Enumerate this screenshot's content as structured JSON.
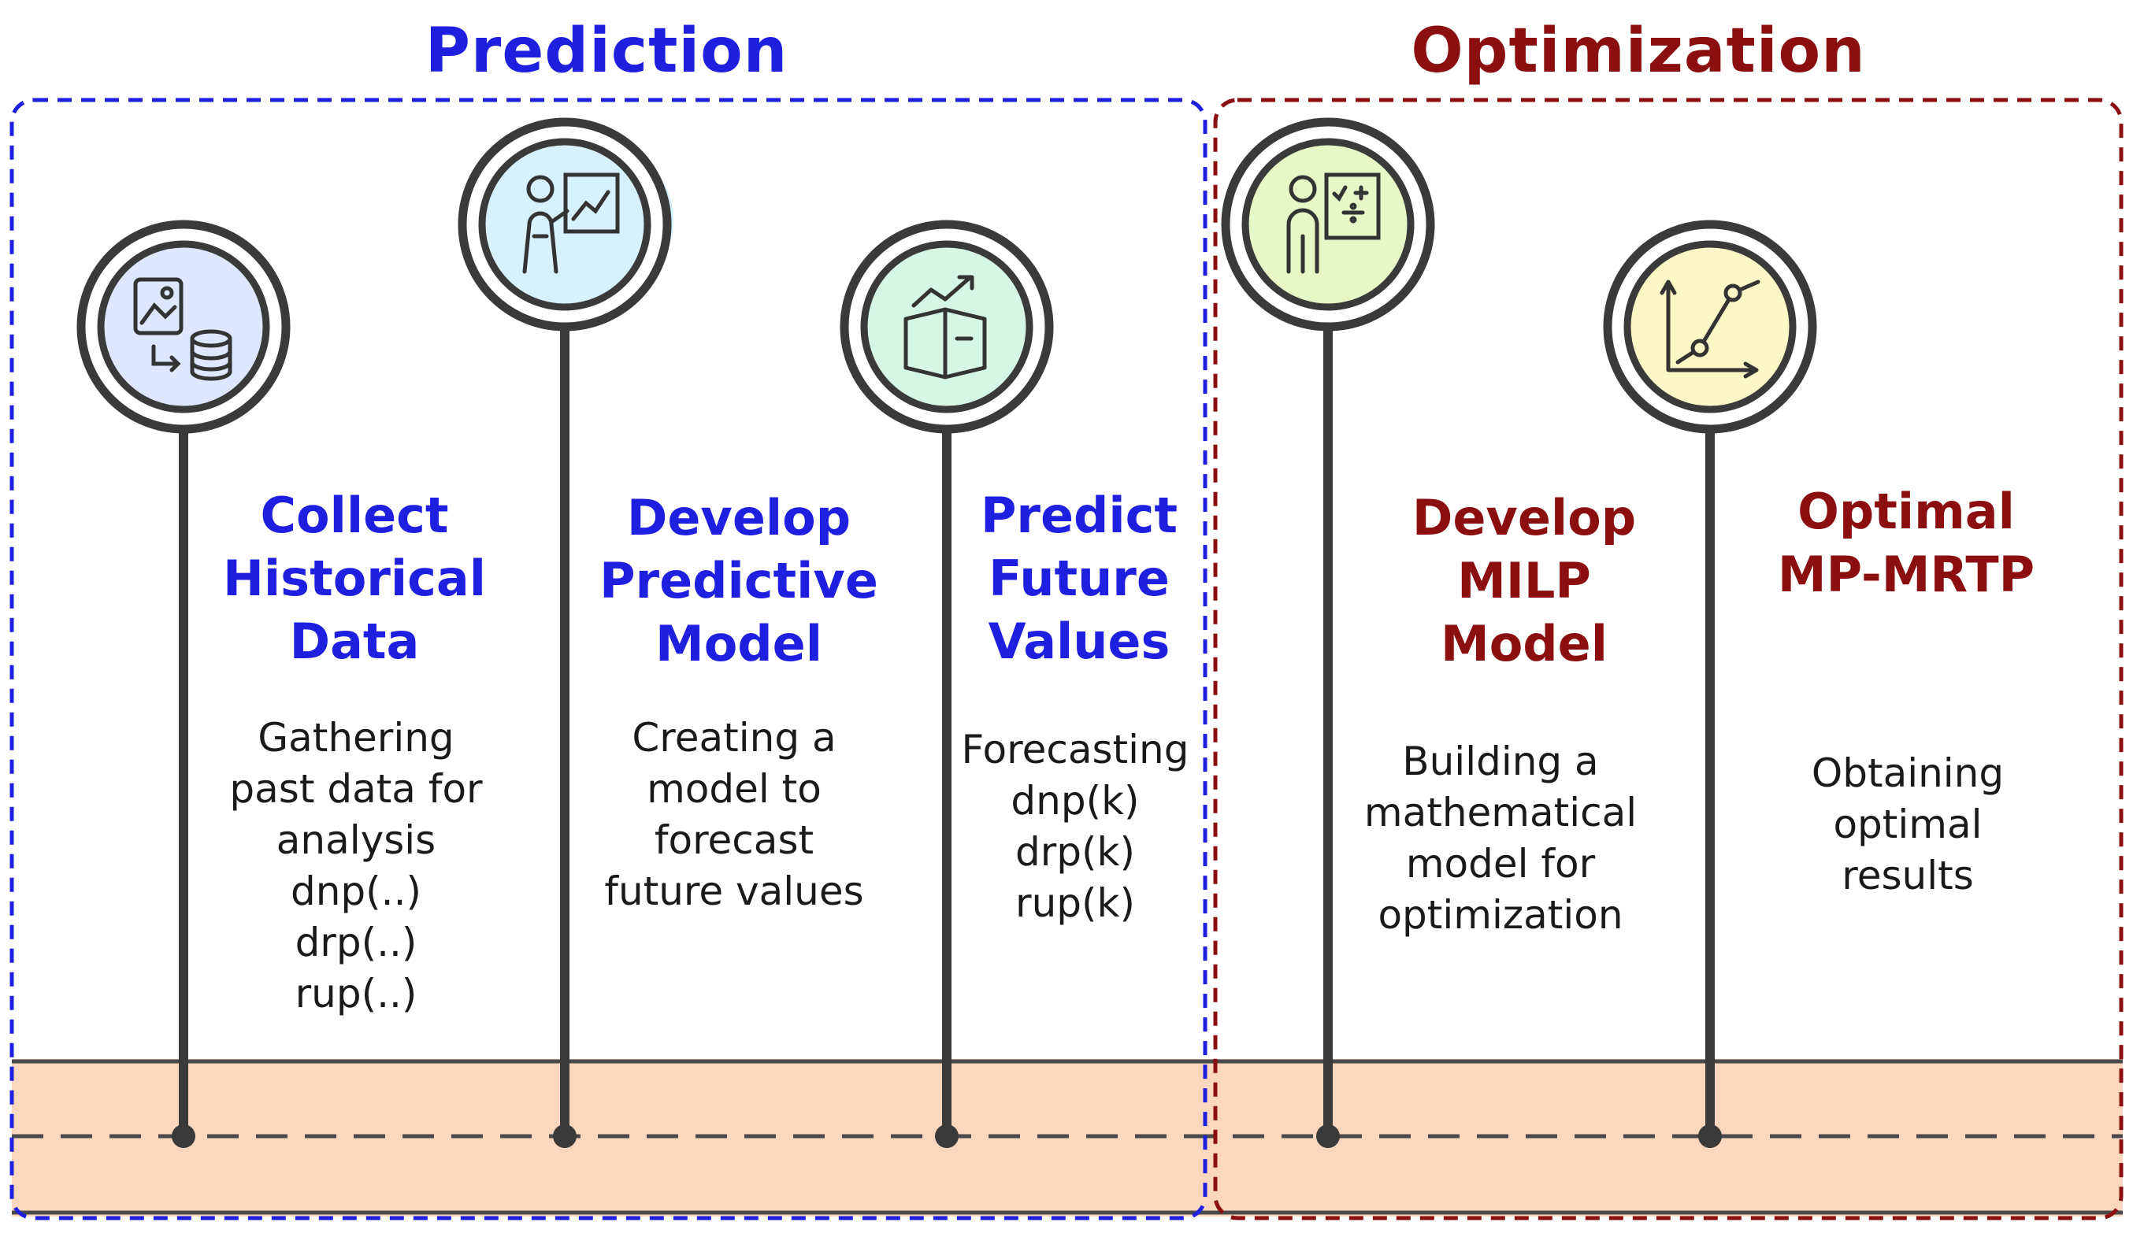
{
  "colors": {
    "prediction": "#1f1fe0",
    "optimization": "#8b0f0f",
    "ground": "#fbd8bd",
    "stroke": "#3a3a3a"
  },
  "sections": {
    "prediction": {
      "title": "Prediction"
    },
    "optimization": {
      "title": "Optimization"
    }
  },
  "steps": [
    {
      "icon": "data-transfer-database-icon",
      "title": [
        "Collect",
        "Historical",
        "Data"
      ],
      "desc": [
        "Gathering",
        "past data for",
        "analysis",
        "dnp(..)",
        "drp(..)",
        "rup(..)"
      ]
    },
    {
      "icon": "presenter-chart-icon",
      "title": [
        "Develop",
        "Predictive",
        "Model"
      ],
      "desc": [
        "Creating a",
        "model to",
        "forecast",
        "future values"
      ]
    },
    {
      "icon": "open-book-trend-icon",
      "title": [
        "Predict",
        "Future",
        "Values"
      ],
      "desc": [
        "Forecasting",
        "dnp(k)",
        "drp(k)",
        "rup(k)"
      ]
    },
    {
      "icon": "math-teacher-board-icon",
      "title": [
        "Develop",
        "MILP",
        "Model"
      ],
      "desc": [
        "Building a",
        "mathematical",
        "model for",
        "optimization"
      ]
    },
    {
      "icon": "line-graph-axes-icon",
      "title": [
        "Optimal",
        "MP-MRTP"
      ],
      "desc": [
        "Obtaining",
        "optimal",
        "results"
      ]
    }
  ]
}
